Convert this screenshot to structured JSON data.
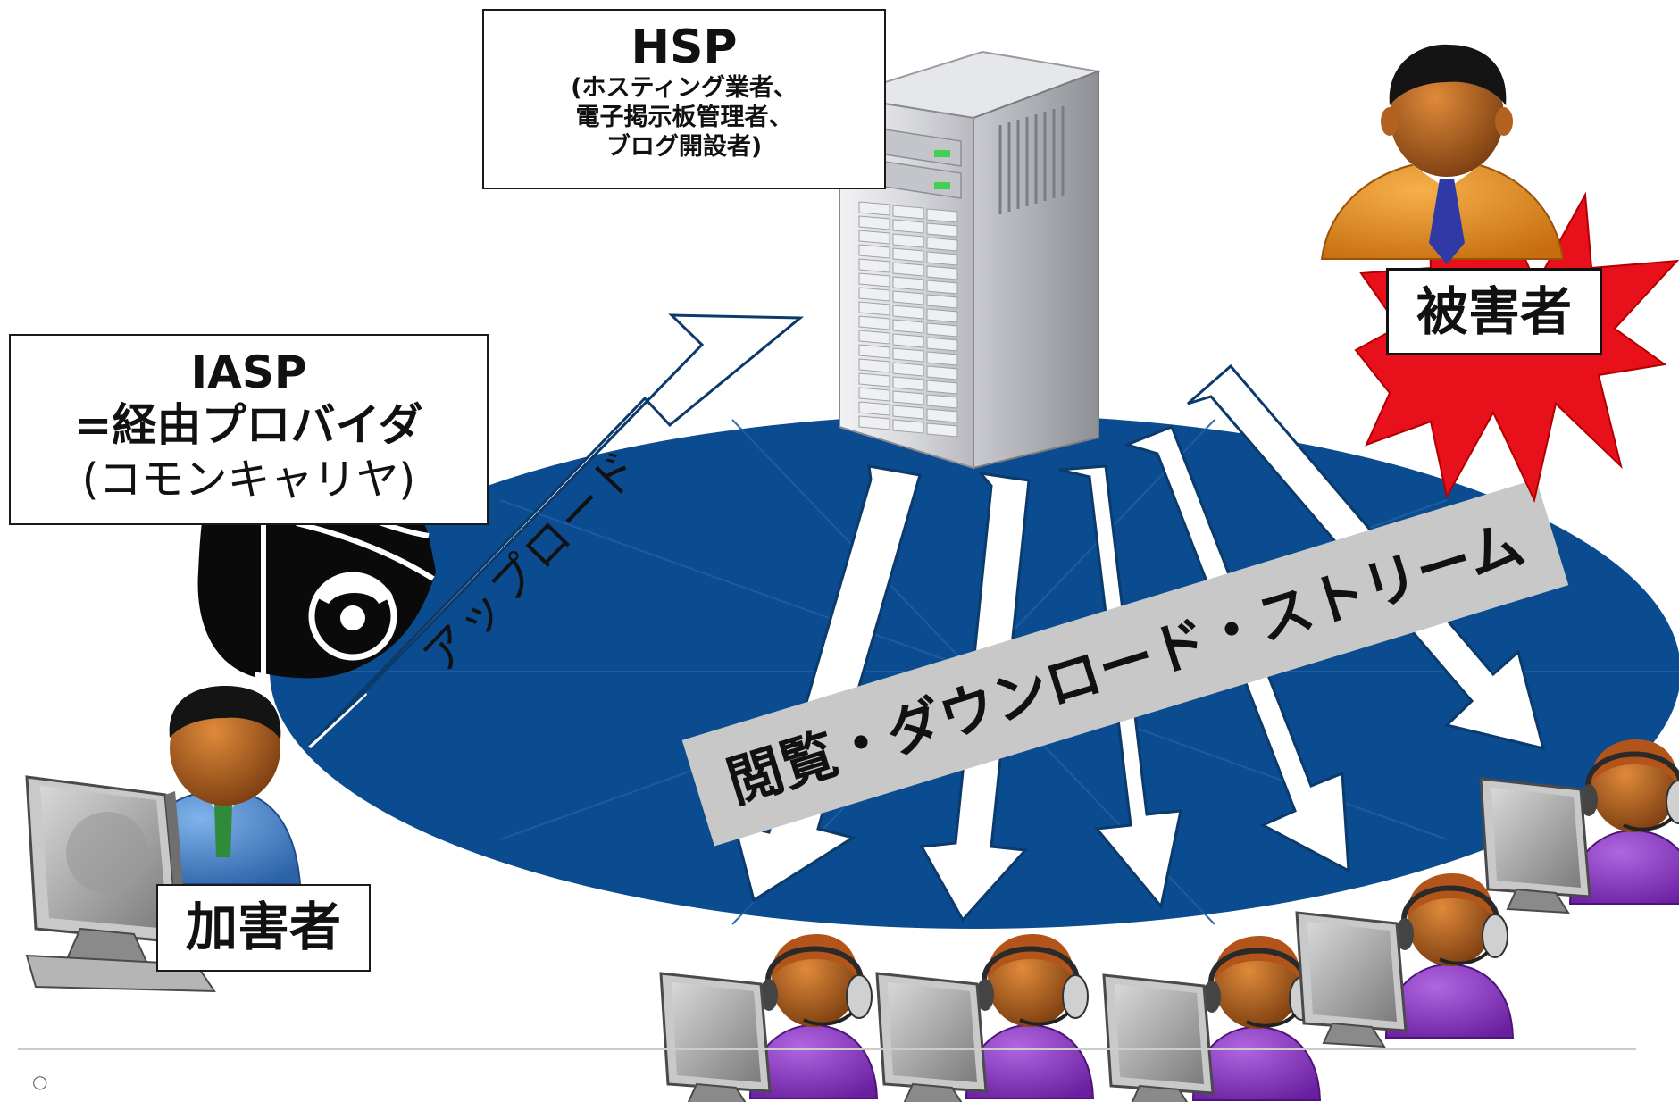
{
  "hsp": {
    "title": "HSP",
    "lines": [
      "(ホスティング業者、",
      "電子掲示板管理者、",
      "ブログ開設者)"
    ]
  },
  "iasp": {
    "title": "IASP",
    "subtitle": "=経由プロバイダ",
    "note": "(コモンキャリヤ)"
  },
  "labels": {
    "victim": "被害者",
    "offender": "加害者",
    "upload": "アップロード",
    "browse": "閲覧・ダウンロード・ストリーム"
  },
  "footer": {
    "marker": "○"
  },
  "colors": {
    "network": "#0b4b8f",
    "starburst": "#e8101a",
    "banner": "#c8c8c8",
    "arrow_fill": "#ffffff",
    "arrow_stroke": "#0b3a6b"
  },
  "icons": {
    "server": "server-tower-icon",
    "carrier": "telephone-pole-icon",
    "victim": "businessman-icon",
    "offender": "person-at-computer-icon",
    "viewer": "headset-user-icon"
  }
}
